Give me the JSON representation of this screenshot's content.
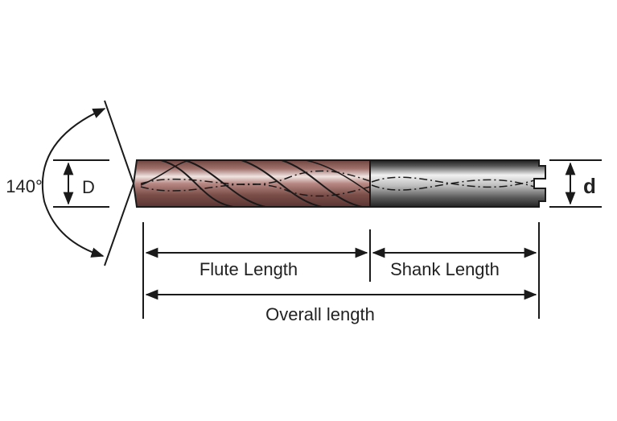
{
  "labels": {
    "angle": "140°",
    "drill_diameter": "D",
    "shank_diameter": "d",
    "flute_length": "Flute Length",
    "shank_length": "Shank Length",
    "overall_length": "Overall length"
  },
  "colors": {
    "flute_body": "#8a5a55",
    "flute_highlight": "#e8d8d4",
    "shank_dark": "#2e2e2e",
    "shank_light": "#e6e6e6",
    "line": "#1a1a1a"
  }
}
